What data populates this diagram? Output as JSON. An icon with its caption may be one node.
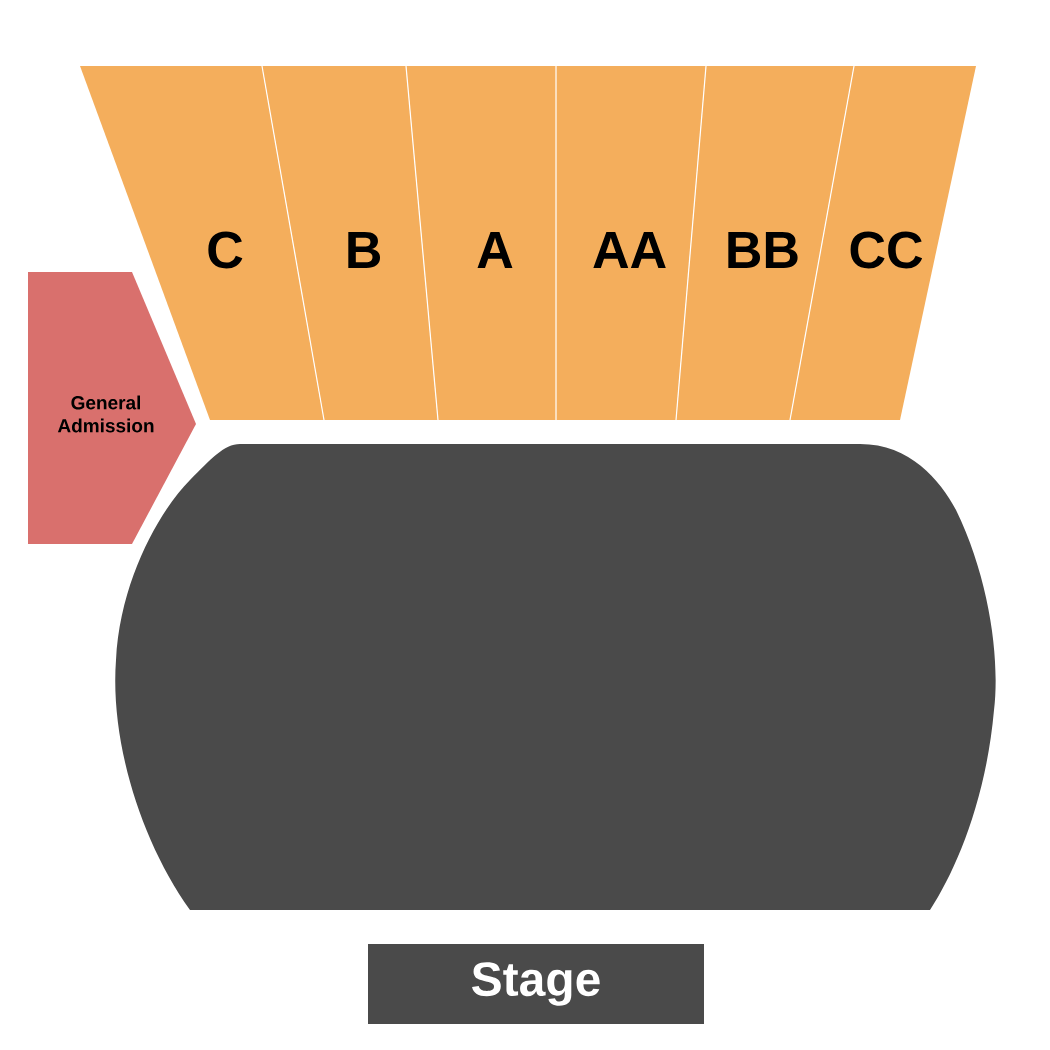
{
  "diagram": {
    "nodes": [
      {
        "text": [
          "C"
        ]
      },
      {
        "text": [
          "B"
        ]
      },
      {
        "text": [
          "A"
        ]
      },
      {
        "text": [
          "AA"
        ]
      },
      {
        "text": [
          "BB"
        ]
      },
      {
        "text": [
          "CC"
        ]
      },
      {
        "text": [
          "General Admission"
        ]
      },
      {
        "text": [],
        "shape": "floor"
      },
      {
        "text": [
          "Stage"
        ]
      }
    ]
  }
}
